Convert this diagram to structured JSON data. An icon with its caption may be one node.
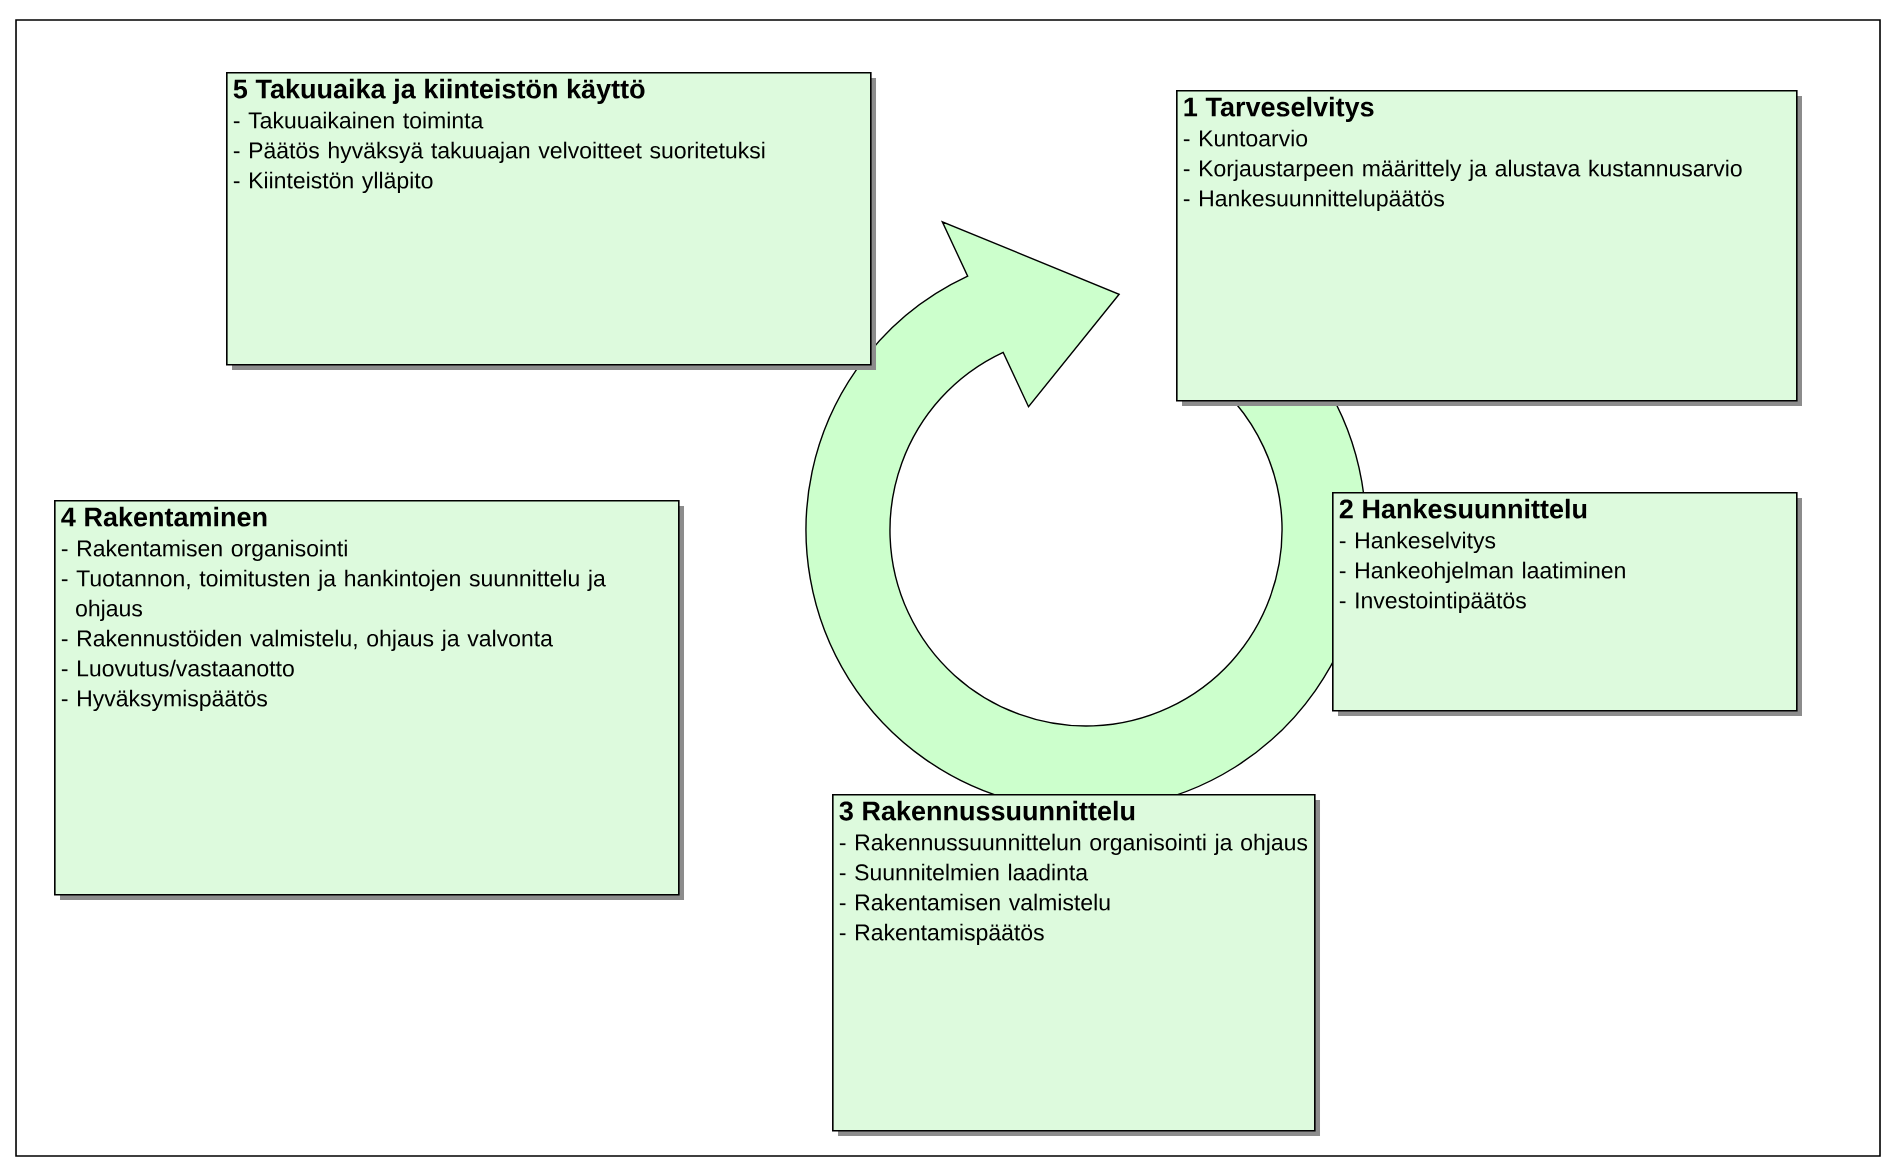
{
  "diagram": {
    "nodes": [
      {
        "text": [
          "5 Takuuaika ja kiinteistön käyttö",
          "- Takuuaikainen toiminta",
          "- Päätös hyväksyä takuuajan velvoitteet suoritetuksi",
          "- Kiinteistön ylläpito"
        ]
      },
      {
        "text": [
          "1 Tarveselvitys",
          "- Kuntoarvio",
          "- Korjaustarpeen määrittely ja alustava kustannusarvio",
          "- Hankesuunnittelupäätös"
        ]
      },
      {
        "text": [
          "4 Rakentaminen",
          "- Rakentamisen organisointi",
          "- Tuotannon, toimitusten ja hankintojen suunnittelu ja ohjaus",
          "- Rakennustöiden valmistelu, ohjaus ja valvonta",
          "- Luovutus/vastaanotto",
          "- Hyväksymispäätös"
        ]
      },
      {
        "text": [
          "2 Hankesuunnittelu",
          "- Hankeselvitys",
          "- Hankeohjelman laatiminen",
          "- Investointipäätös"
        ]
      },
      {
        "text": [
          "3 Rakennussuunnittelu",
          "- Rakennussuunnittelun organisointi ja ohjaus",
          "- Suunnitelmien laadinta",
          "- Rakentamisen valmistelu",
          "- Rakentamispäätös"
        ]
      }
    ]
  }
}
